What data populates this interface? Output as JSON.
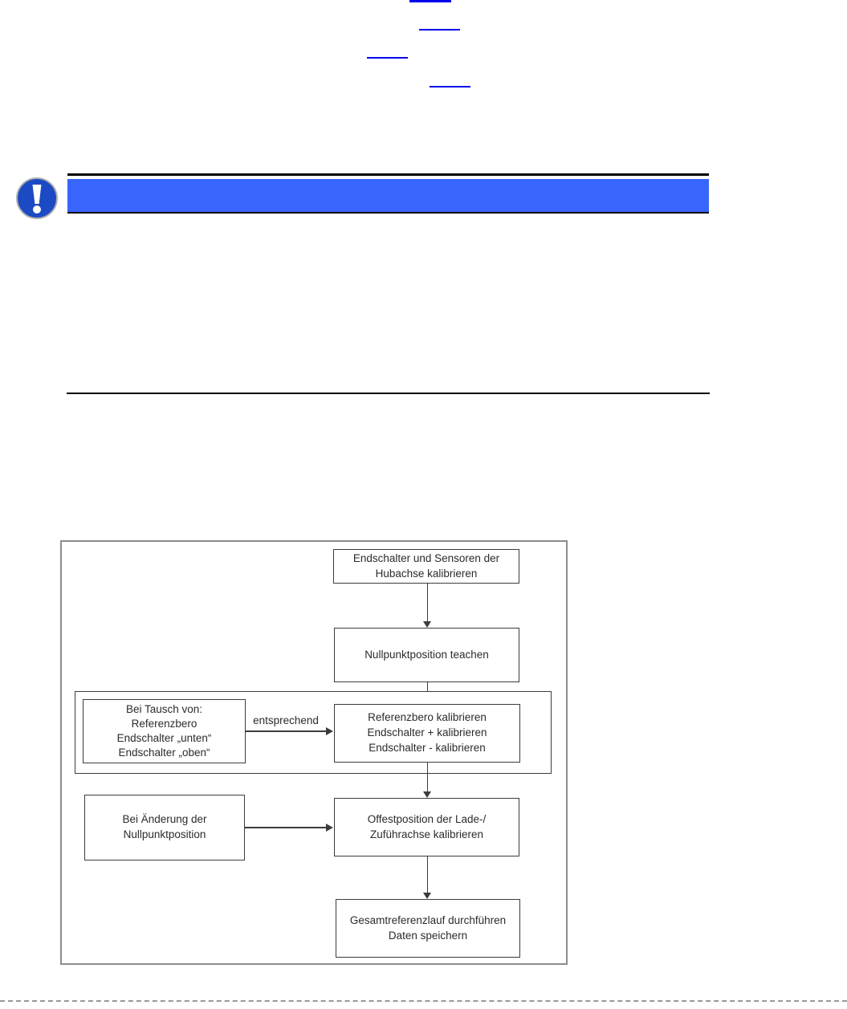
{
  "colors": {
    "link_blue": "#0000EE",
    "banner_fill": "#3865FB",
    "icon_fill": "#1C4AC4",
    "icon_ring": "#AFAFAF",
    "icon_glyph": "#FFFFFF",
    "rule_black": "#000000",
    "frame_border": "#8C8C8C",
    "node_border": "#3C3C3C",
    "node_text": "#2B2B2B",
    "footer_dash": "#9A9A9A"
  },
  "notice_banner": {
    "icon": "exclamation-circle-icon",
    "text": ""
  },
  "flowchart": {
    "node1": {
      "line1": "Endschalter und Sensoren der",
      "line2": "Hubachse kalibrieren"
    },
    "node2": {
      "line1": "Nullpunktposition teachen"
    },
    "swap_condition": {
      "line1": "Bei Tausch von:",
      "line2": "Referenzbero",
      "line3": "Endschalter „unten“",
      "line4": "Endschalter „oben“"
    },
    "swap_action": {
      "line1": "Referenzbero kalibrieren",
      "line2": "Endschalter + kalibrieren",
      "line3": "Endschalter - kalibrieren"
    },
    "change_condition": {
      "line1": "Bei Änderung der",
      "line2": "Nullpunktposition"
    },
    "change_action": {
      "line1": "Offestposition der Lade-/",
      "line2": "Zuführachse kalibrieren"
    },
    "final_node": {
      "line1": "Gesamtreferenzlauf durchführen",
      "line2": "Daten speichern"
    },
    "edge_label_entsprechend": "entsprechend"
  }
}
